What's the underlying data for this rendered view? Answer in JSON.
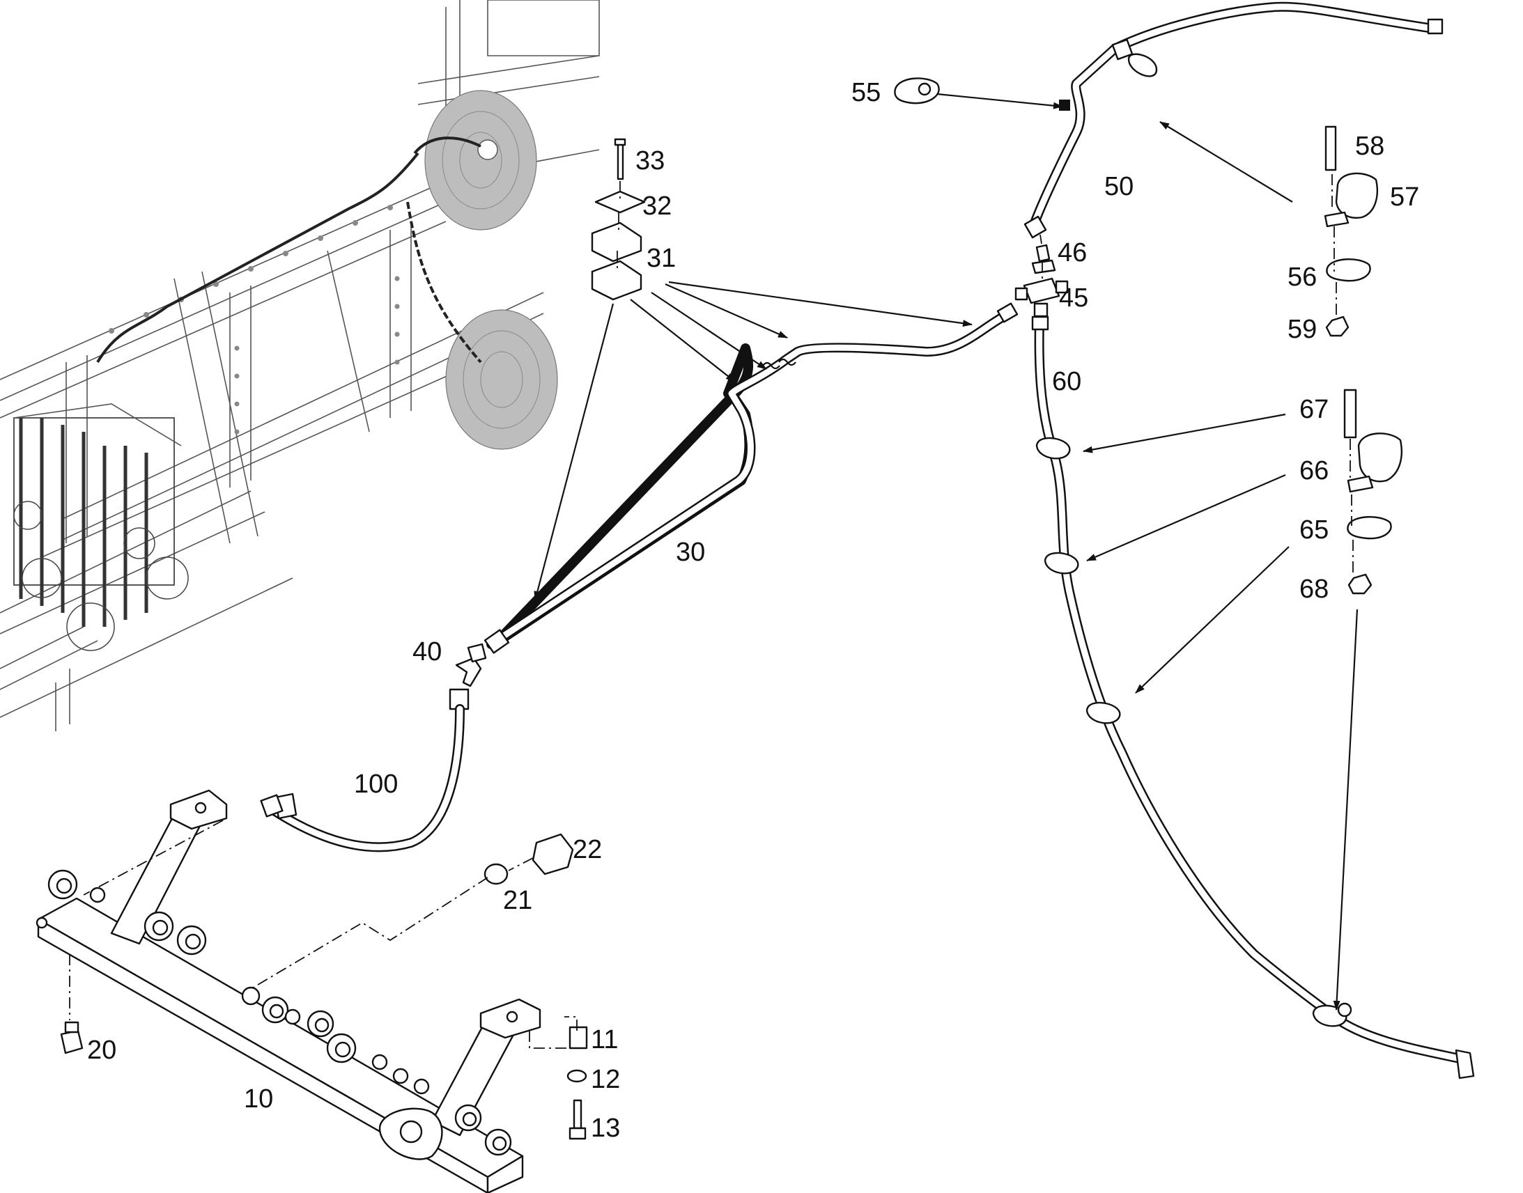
{
  "callouts": [
    {
      "id": "10",
      "label": "10"
    },
    {
      "id": "11",
      "label": "11"
    },
    {
      "id": "12",
      "label": "12"
    },
    {
      "id": "13",
      "label": "13"
    },
    {
      "id": "20",
      "label": "20"
    },
    {
      "id": "21",
      "label": "21"
    },
    {
      "id": "22",
      "label": "22"
    },
    {
      "id": "30",
      "label": "30"
    },
    {
      "id": "31",
      "label": "31"
    },
    {
      "id": "32",
      "label": "32"
    },
    {
      "id": "33",
      "label": "33"
    },
    {
      "id": "40",
      "label": "40"
    },
    {
      "id": "45",
      "label": "45"
    },
    {
      "id": "46",
      "label": "46"
    },
    {
      "id": "50",
      "label": "50"
    },
    {
      "id": "55",
      "label": "55"
    },
    {
      "id": "56",
      "label": "56"
    },
    {
      "id": "57",
      "label": "57"
    },
    {
      "id": "58",
      "label": "58"
    },
    {
      "id": "59",
      "label": "59"
    },
    {
      "id": "60",
      "label": "60"
    },
    {
      "id": "65",
      "label": "65"
    },
    {
      "id": "66",
      "label": "66"
    },
    {
      "id": "67",
      "label": "67"
    },
    {
      "id": "68",
      "label": "68"
    },
    {
      "id": "100",
      "label": "100"
    }
  ]
}
